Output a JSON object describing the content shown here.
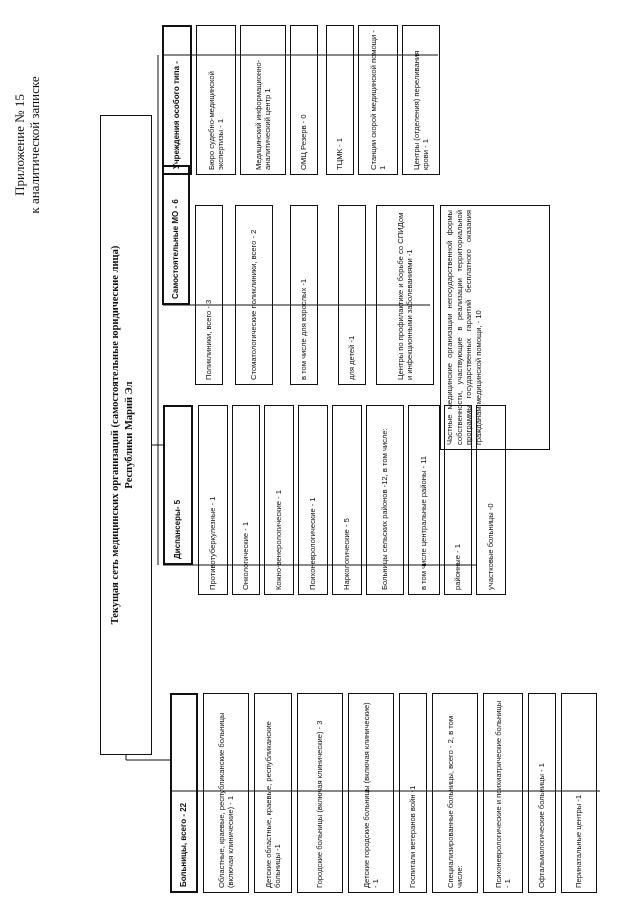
{
  "appendix": {
    "line1": "Приложение № 15",
    "line2": "к аналитической записке"
  },
  "title": {
    "line1": "Текущая сеть медицинских организаций (самостоятельные юридические лица)",
    "line2": "Республики Марий Эл"
  },
  "columns": [
    {
      "header": "Больницы, всего - 22",
      "items": [
        "Областные, краевые, республиканские больницы (включая клинические) - 1",
        "Детские областные, краевые, республиканские больницы -1",
        "Городские больницы (включая клинические) - 3",
        "Детские городские больницы (включая клинические) - 1",
        "Госпитали ветеранов войн -1",
        "Специализированные больницы, всего - 2, в том числе:",
        "Психоневрологические и психиатрические больницы - 1",
        "Офтальмологические больницы - 1",
        "Перинатальные центры -1"
      ]
    },
    {
      "header": "Диспансеры- 5",
      "items": [
        "Противотуберкулезные - 1",
        "Онкологические - 1",
        "Кожно-венерологические - 1",
        "Психоневрологические - 1",
        "Наркологические - 5",
        "Больницы сельских районов -12, в том числе:",
        "в том числе центральные районы - 11",
        "районные - 1",
        "участковые больницы -0"
      ]
    },
    {
      "header": "Самостоятельные МО - 6",
      "items": [
        "Поликлиники, всего - 3",
        "Стоматологические поликлиники, всего - 2",
        "в том числе для взрослых -1",
        "для детей -1",
        "Центры по профилактике и борьбе со СПИДом и инфекционными заболеваниями -1",
        "Частные медицинские организации негосударственной формы собственности, участвующие в реализации территориальной программы государственных гарантий бесплатного оказания гражданам медицинской помощи, - 10"
      ]
    },
    {
      "header": "Учреждения особого типа -",
      "items": [
        "Бюро судебно-медицинской экспертизы - 1",
        "Медицинский информационно-аналитический центр 1",
        "ОМЦ Резерв - 0",
        "ТЦМК - 1",
        "Станции скорой медицинской помощи - 1",
        "Центры (отделения) переливания крови - 1"
      ]
    }
  ]
}
